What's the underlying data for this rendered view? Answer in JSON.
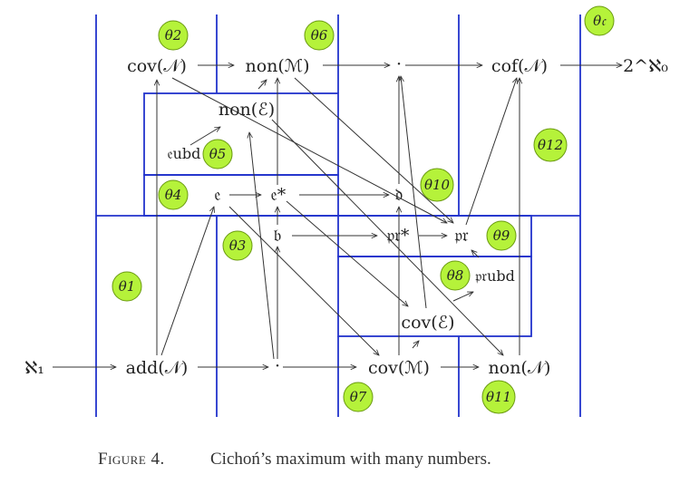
{
  "figure": {
    "caption_prefix": "Figure 4.",
    "caption_text": "Cichoń’s maximum with many numbers."
  },
  "nodes": {
    "aleph1": "ℵ₁",
    "add_n": "add(𝒩)",
    "dot_bottom": "·",
    "cov_m": "cov(ℳ)",
    "non_n": "non(𝒩)",
    "cov_n": "cov(𝒩)",
    "non_m": "non(ℳ)",
    "dot_top": "·",
    "cof_n": "cof(𝒩)",
    "continuum": "2^ℵ₀",
    "non_e": "non(ℰ)",
    "e_ubd": "𝔢ubd",
    "e": "𝔢",
    "e_star": "𝔢*",
    "d": "𝔡",
    "b": "𝔟",
    "pr_star": "𝔭𝔯*",
    "pr": "𝔭𝔯",
    "pr_ubd": "𝔭𝔯ubd",
    "cov_e": "cov(ℰ)"
  },
  "thetas": {
    "t1": "θ1",
    "t2": "θ2",
    "t3": "θ3",
    "t4": "θ4",
    "t5": "θ5",
    "t6": "θ6",
    "t7": "θ7",
    "t8": "θ8",
    "t9": "θ9",
    "t10": "θ10",
    "t11": "θ11",
    "t12": "θ12",
    "tc": "θ𝔠"
  },
  "colors": {
    "region_lines": "#2233cc",
    "arrows": "#333333",
    "theta_fill": "#b5f23a",
    "theta_stroke": "#6a9a10"
  }
}
